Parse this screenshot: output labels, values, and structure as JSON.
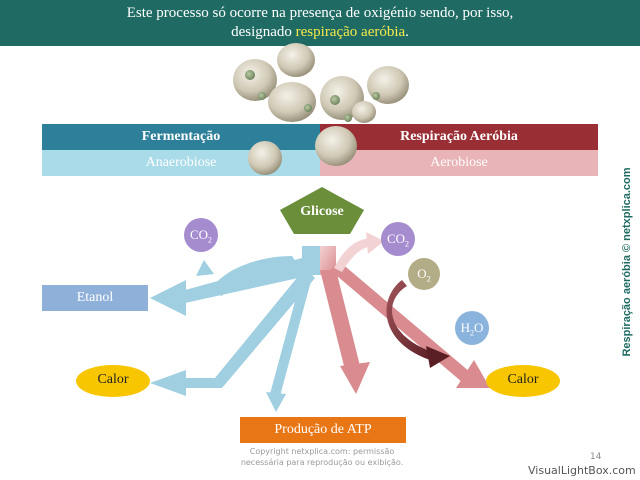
{
  "banner": {
    "line1": "Este processo só ocorre na presença de oxigénio sendo, por isso,",
    "line2_prefix": "designado ",
    "line2_highlight": "respiração aeróbia",
    "line2_suffix": "."
  },
  "headers": {
    "fermentation": "Fermentação",
    "aerobic": "Respiração Aeróbia",
    "anaerobiosis": "Anaerobiose",
    "aerobiosis": "Aerobiose"
  },
  "nodes": {
    "glucose": "Glicose",
    "ethanol": "Etanol",
    "heat_left": "Calor",
    "heat_right": "Calor",
    "atp": "Produção de ATP",
    "co2_left": "CO",
    "co2_right": "CO",
    "o2": "O",
    "h2o_h": "H",
    "h2o_o": "O",
    "subscript_2": "2"
  },
  "side_text": "Respiração aeróbia © netxplica.com",
  "copyright": {
    "line1": "Copyright netxplica.com: permissão",
    "line2": "necessária para reprodução ou exibição."
  },
  "page_number": "14",
  "watermark": "VisualLightBox.com",
  "colors": {
    "banner": "#1f6b63",
    "highlight": "#f5ea4a",
    "fermentation": "#2e7f9a",
    "anaerobiosis": "#a9dbe9",
    "aerobic": "#9a2e35",
    "aerobiosis": "#e8b4b7",
    "glucose": "#6b8e3a",
    "ethanol": "#8fb0d8",
    "heat": "#f7c600",
    "atp": "#e87614",
    "blue_arrow": "#9fcfe0",
    "red_arrow": "#d98b8f"
  }
}
